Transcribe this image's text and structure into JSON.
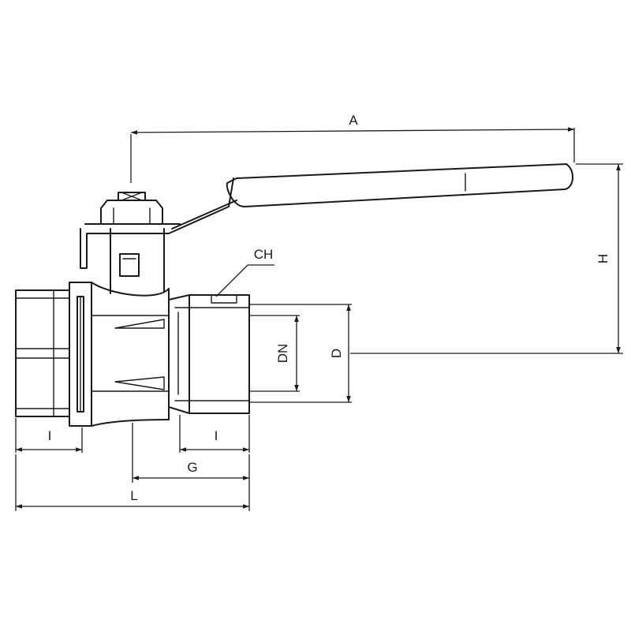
{
  "labels": {
    "A": "A",
    "H": "H",
    "CH": "CH",
    "DN": "DN",
    "D": "D",
    "I_left": "I",
    "I_right": "I",
    "G": "G",
    "L": "L"
  },
  "colors": {
    "ink": "#1a1a1a",
    "background": "#ffffff"
  }
}
